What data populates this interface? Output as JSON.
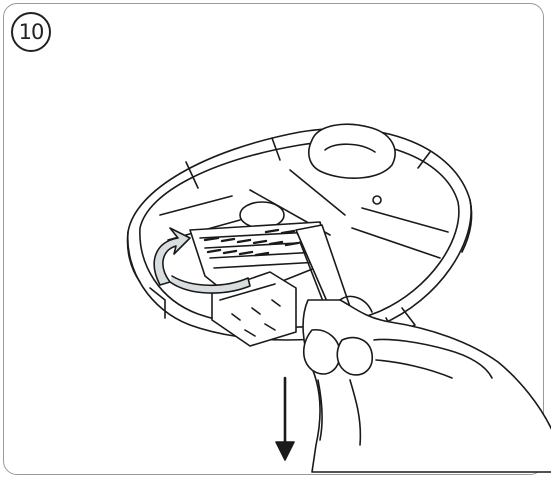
{
  "figure": {
    "step_number": "10",
    "colors": {
      "line": "#1a1a1a",
      "panel_border": "#9a9a9a",
      "arrow_fill": "#d8dde0",
      "shadow": "#cfcfcf"
    },
    "icons": [
      "detector-base",
      "wiring-terminal",
      "hand-icon",
      "screwdriver-icon",
      "rotate-arrow-icon",
      "down-arrow-icon"
    ]
  }
}
